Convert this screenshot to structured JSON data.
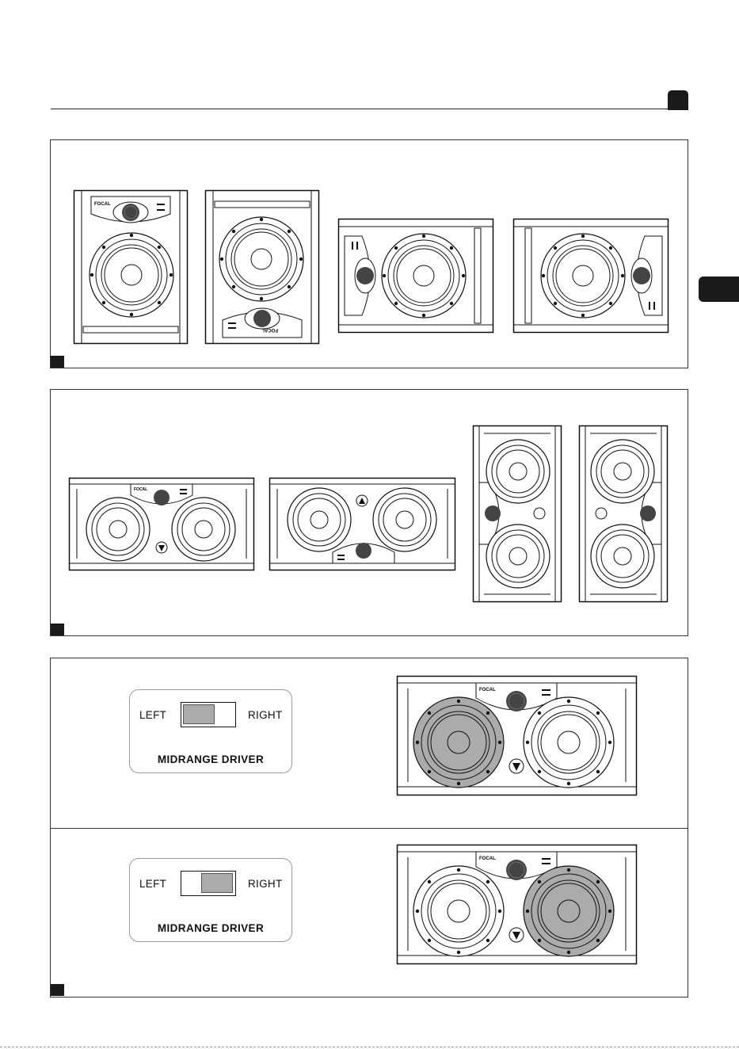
{
  "header": {
    "page_badge_color": "#1a1a1a"
  },
  "figures": {
    "fig1": {
      "name": "monitor-orientations",
      "speakers": 4
    },
    "fig2": {
      "name": "center-orientations",
      "speakers": 4
    },
    "fig3": {
      "name": "midrange-driver-switch"
    }
  },
  "switch_left": {
    "left_label": "LEFT",
    "right_label": "RIGHT",
    "caption": "MIDRANGE DRIVER",
    "selected": "LEFT"
  },
  "switch_right": {
    "left_label": "LEFT",
    "right_label": "RIGHT",
    "caption": "MIDRANGE DRIVER",
    "selected": "RIGHT"
  },
  "colors": {
    "highlight": "#ababab",
    "line": "#1a1a1a"
  }
}
